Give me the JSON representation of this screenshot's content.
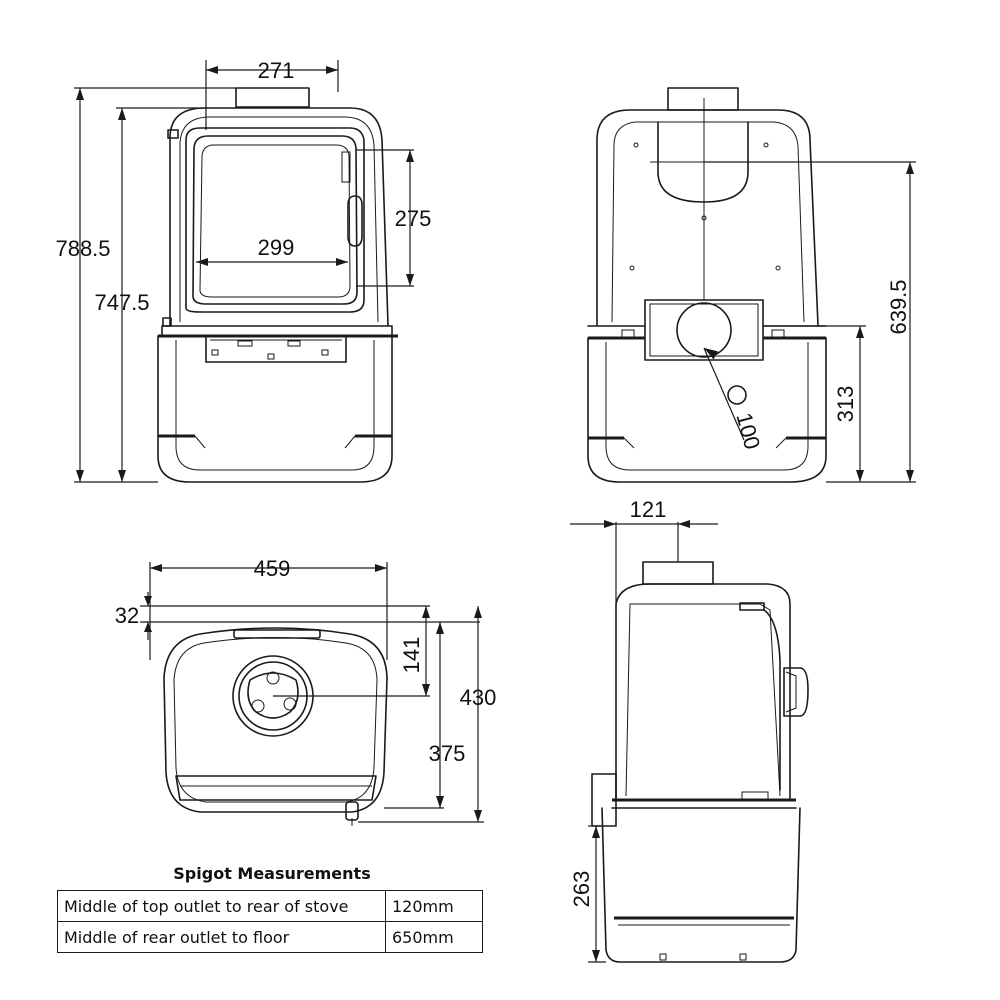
{
  "front_view": {
    "overall_height": "788.5",
    "door_height": "747.5",
    "outlet_width": "271",
    "glass_width": "299",
    "glass_height": "275"
  },
  "rear_view": {
    "outlet_height": "639.5",
    "rear_spigot_height": "313",
    "rear_spigot_diameter": "100"
  },
  "top_view": {
    "overall_width": "459",
    "rear_offset": "32",
    "outlet_depth": "141",
    "overall_depth": "430",
    "body_depth": "375"
  },
  "side_view": {
    "outlet_offset": "121",
    "base_height": "263"
  },
  "spigot_table": {
    "title": "Spigot Measurements",
    "rows": [
      {
        "description": "Middle of top outlet to rear of stove",
        "value": "120mm"
      },
      {
        "description": "Middle of rear outlet to floor",
        "value": "650mm"
      }
    ]
  }
}
